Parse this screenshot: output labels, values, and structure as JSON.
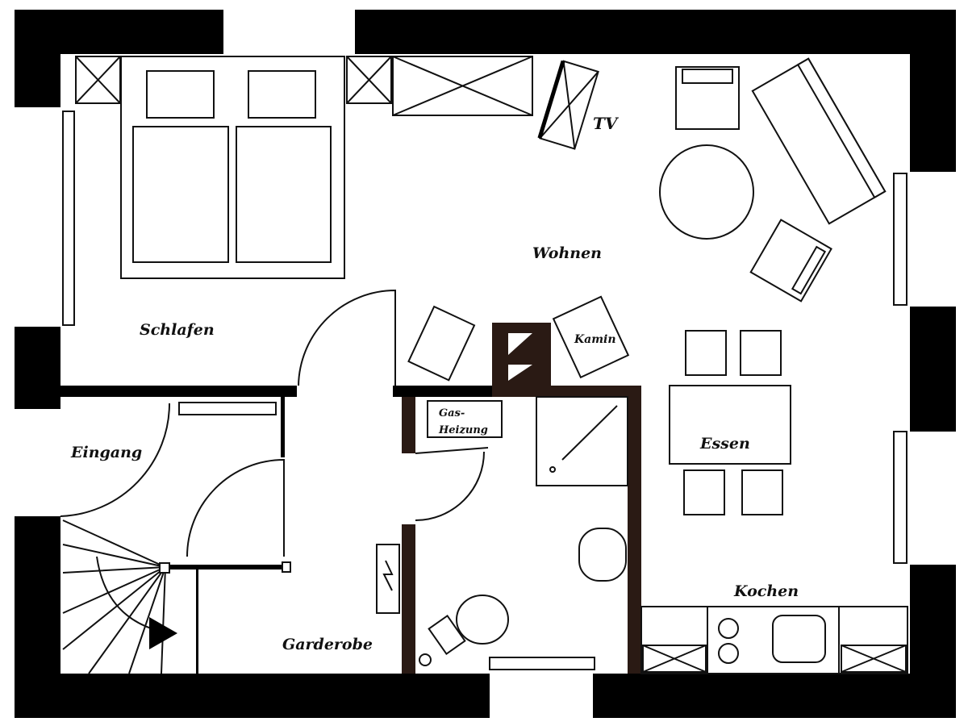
{
  "colors": {
    "wall": "#000000",
    "chimney_wall": "#2a1a14",
    "background": "#ffffff"
  },
  "rooms": {
    "bedroom": "Schlafen",
    "living": "Wohnen",
    "tv": "TV",
    "fireplace": "Kamin",
    "entrance": "Eingang",
    "heating_line1": "Gas-",
    "heating_line2": "Heizung",
    "dining": "Essen",
    "kitchen": "Kochen",
    "wardrobe": "Garderobe"
  }
}
